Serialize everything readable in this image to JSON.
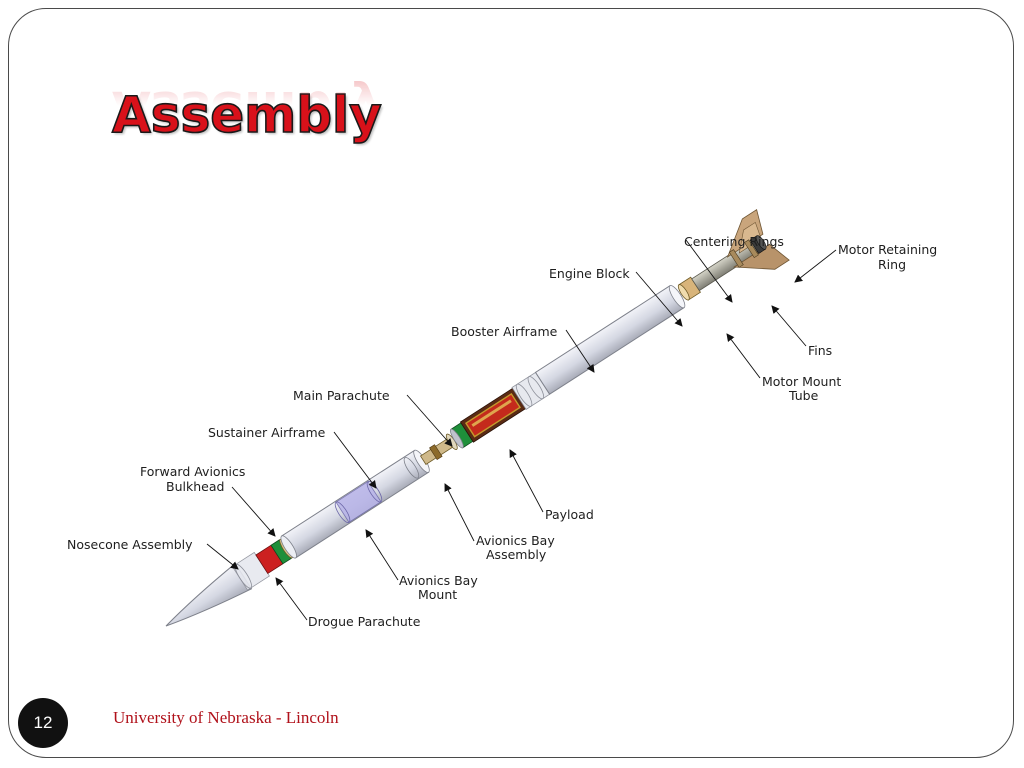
{
  "slide": {
    "title": "Assembly",
    "page_number": "12",
    "footer": "University of Nebraska - Lincoln"
  },
  "diagram": {
    "callouts": {
      "centering_rings": "Centering Rings",
      "motor_retaining_ring_1": "Motor Retaining",
      "motor_retaining_ring_2": "Ring",
      "engine_block": "Engine Block",
      "booster_airframe": "Booster Airframe",
      "fins": "Fins",
      "motor_mount_tube_1": "Motor Mount",
      "motor_mount_tube_2": "Tube",
      "main_parachute": "Main Parachute",
      "sustainer_airframe": "Sustainer Airframe",
      "forward_avionics_bulkhead_1": "Forward Avionics",
      "forward_avionics_bulkhead_2": "Bulkhead",
      "payload": "Payload",
      "avionics_bay_assembly_1": "Avionics Bay",
      "avionics_bay_assembly_2": "Assembly",
      "nosecone_assembly": "Nosecone Assembly",
      "avionics_bay_mount_1": "Avionics Bay",
      "avionics_bay_mount_2": "Mount",
      "drogue_parachute": "Drogue Parachute"
    },
    "colors": {
      "airframe": "#d4d7e2",
      "airframe_edge": "#7d808a",
      "parachute_red": "#cc2020",
      "parachute_green": "#1f8f3a",
      "payload_dark": "#5a2a14",
      "payload_gold": "#c49a2c",
      "fin_tan": "#c9a57c",
      "motor_tube": "#a4a398",
      "avionics_mount_blue": "#b7b3e8"
    }
  }
}
